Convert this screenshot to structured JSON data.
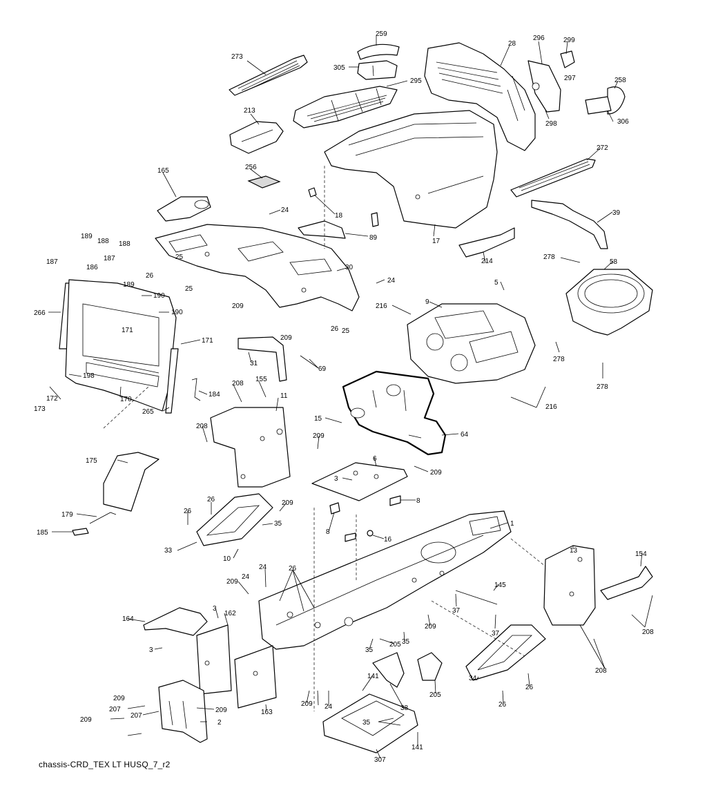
{
  "caption": "chassis-CRD_TEX LT HUSQ_7_r2",
  "callouts": {
    "c273": "273",
    "c259": "259",
    "c305": "305",
    "c28": "28",
    "c296": "296",
    "c299": "299",
    "c297": "297",
    "c258": "258",
    "c295": "295",
    "c213": "213",
    "c298": "298",
    "c306": "306",
    "c272": "272",
    "c256": "256",
    "c165": "165",
    "c24a": "24",
    "c18": "18",
    "c89": "89",
    "c17": "17",
    "c39": "39",
    "c189a": "189",
    "c188a": "188",
    "c188b": "188",
    "c187a": "187",
    "c186": "186",
    "c187b": "187",
    "c189b": "189",
    "c25a": "25",
    "c26a": "26",
    "c25b": "25",
    "c30": "30",
    "c24b": "24",
    "c214": "214",
    "c278a": "278",
    "c58": "58",
    "c5": "5",
    "c266": "266",
    "c190a": "190",
    "c190b": "190",
    "c209a": "209",
    "c216a": "216",
    "c9": "9",
    "c26b": "26",
    "c25c": "25",
    "c171a": "171",
    "c171b": "171",
    "c209b": "209",
    "c69": "69",
    "c31": "31",
    "c278b": "278",
    "c278c": "278",
    "c216b": "216",
    "c198": "198",
    "c172": "172",
    "c173": "173",
    "c170": "170",
    "c184": "184",
    "c208a": "208",
    "c155": "155",
    "c265": "265",
    "c11": "11",
    "c15": "15",
    "c64": "64",
    "c208b": "208",
    "c209c": "209",
    "c6": "6",
    "c209d": "209",
    "c175": "175",
    "c3a": "3",
    "c8a": "8",
    "c26c": "26",
    "c209e": "209",
    "c26d": "26",
    "c179": "179",
    "c8b": "8",
    "c16": "16",
    "c1": "1",
    "c185": "185",
    "c35a": "35",
    "c33": "33",
    "c10": "10",
    "c13": "13",
    "c154": "154",
    "c24c": "24",
    "c26e": "26",
    "c209f": "209",
    "c145": "145",
    "c37a": "37",
    "c3b": "3",
    "c162": "162",
    "c164": "164",
    "c37b": "37",
    "c209g": "209",
    "c208c": "208",
    "c3c": "3",
    "c35b": "35",
    "c205a": "205",
    "c35c": "35",
    "c34": "34",
    "c208d": "208",
    "c26f": "26",
    "c141a": "141",
    "c205b": "205",
    "c38": "38",
    "c209h": "209",
    "c24d": "24",
    "c24e": "24",
    "c163": "163",
    "c26g": "26",
    "c207a": "207",
    "c209i": "209",
    "c35d": "35",
    "c209j": "209",
    "c207b": "207",
    "c2": "2",
    "c141b": "141",
    "c209k": "209",
    "c307": "307"
  }
}
